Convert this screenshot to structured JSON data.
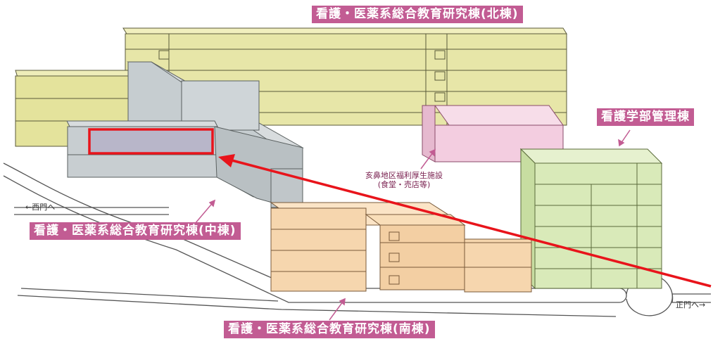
{
  "labels": {
    "north": "看護・医薬系総合教育研究棟(北棟)",
    "mgmt": "看護学部管理棟",
    "middle": "看護・医薬系総合教育研究棟(中棟)",
    "south": "看護・医薬系総合教育研究棟(南棟)",
    "welfare_line1": "亥鼻地区福利厚生施設",
    "welfare_line2": "(食堂・売店等)"
  },
  "roads": {
    "west_gate": "←西門へ",
    "main_gate": "正門へ→"
  },
  "colors": {
    "label_bg": "#c25c93",
    "north_building": "#e7e6a8",
    "middle_building": "#c6cdd0",
    "south_building": "#f6d6ae",
    "welfare_building": "#f3cde0",
    "mgmt_building": "#d9eab9",
    "highlight": "#e8141b",
    "arrow": "#e8141b"
  },
  "highlight": {
    "target": "middle-building-room",
    "icon": "red-rectangle-marker"
  }
}
